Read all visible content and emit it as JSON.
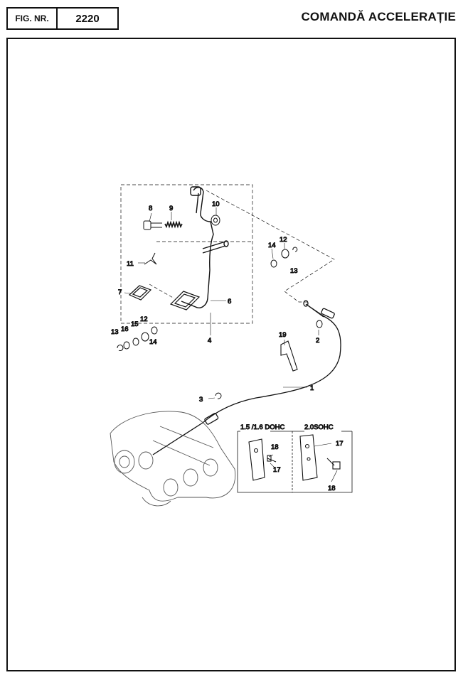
{
  "header": {
    "fig_label": "FIG. NR.",
    "fig_number": "2220",
    "title": "COMANDĂ ACCELERAȚIE"
  },
  "variants": {
    "left": "1.5 /1.6 DOHC",
    "right": "2.0SOHC"
  },
  "callouts": {
    "c1": "1",
    "c2": "2",
    "c3": "3",
    "c4": "4",
    "c6": "6",
    "c7": "7",
    "c8": "8",
    "c9": "9",
    "c10": "10",
    "c11": "11",
    "c12a": "12",
    "c12b": "12",
    "c13a": "13",
    "c13b": "13",
    "c14a": "14",
    "c14b": "14",
    "c15": "15",
    "c16": "16",
    "c17a": "17",
    "c17b": "17",
    "c18a": "18",
    "c18b": "18",
    "c19": "19"
  }
}
